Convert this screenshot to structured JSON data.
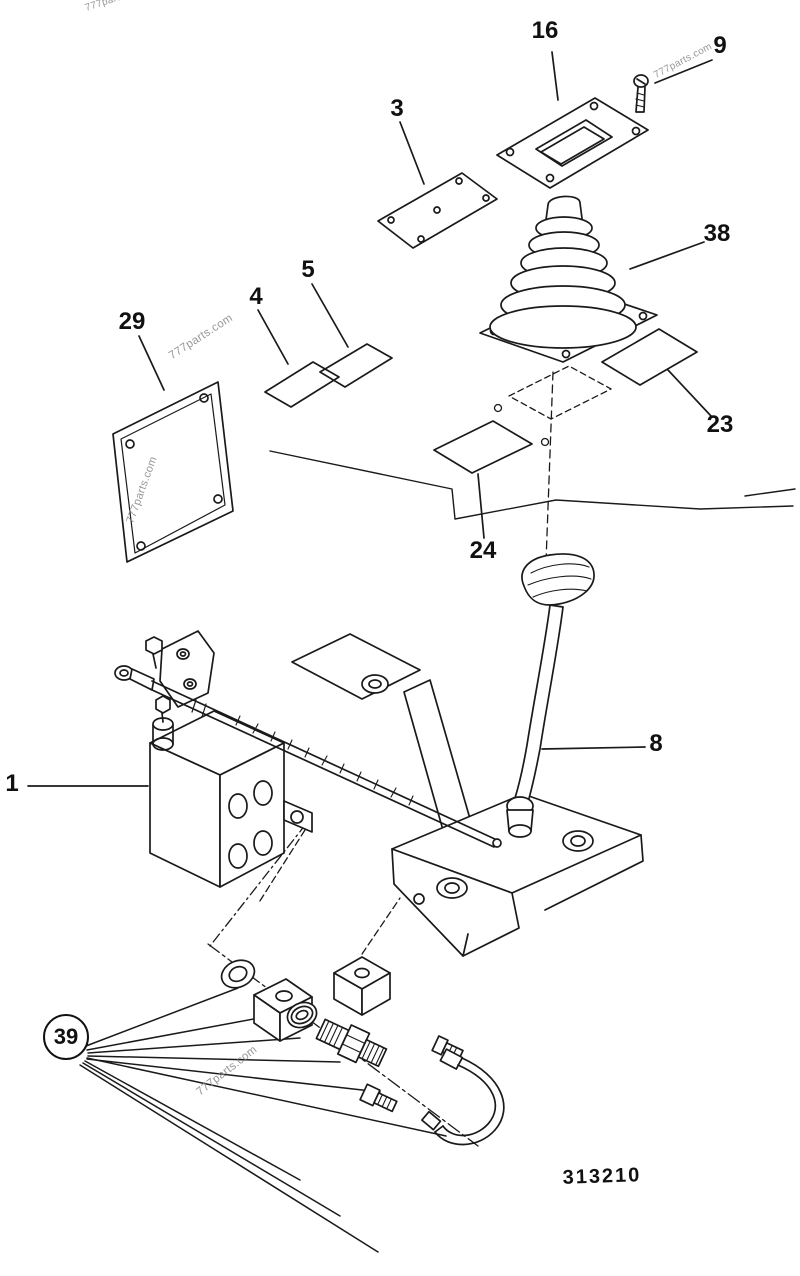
{
  "diagram": {
    "drawing_number": "313210",
    "watermark_text": "777parts.com",
    "ink_color": "#1a1a1a",
    "watermark_color": "#8c8c8c",
    "callouts": {
      "c1": "1",
      "c3": "3",
      "c4": "4",
      "c5": "5",
      "c8": "8",
      "c9": "9",
      "c16": "16",
      "c23": "23",
      "c24": "24",
      "c29": "29",
      "c38": "38",
      "c39": "39"
    }
  }
}
